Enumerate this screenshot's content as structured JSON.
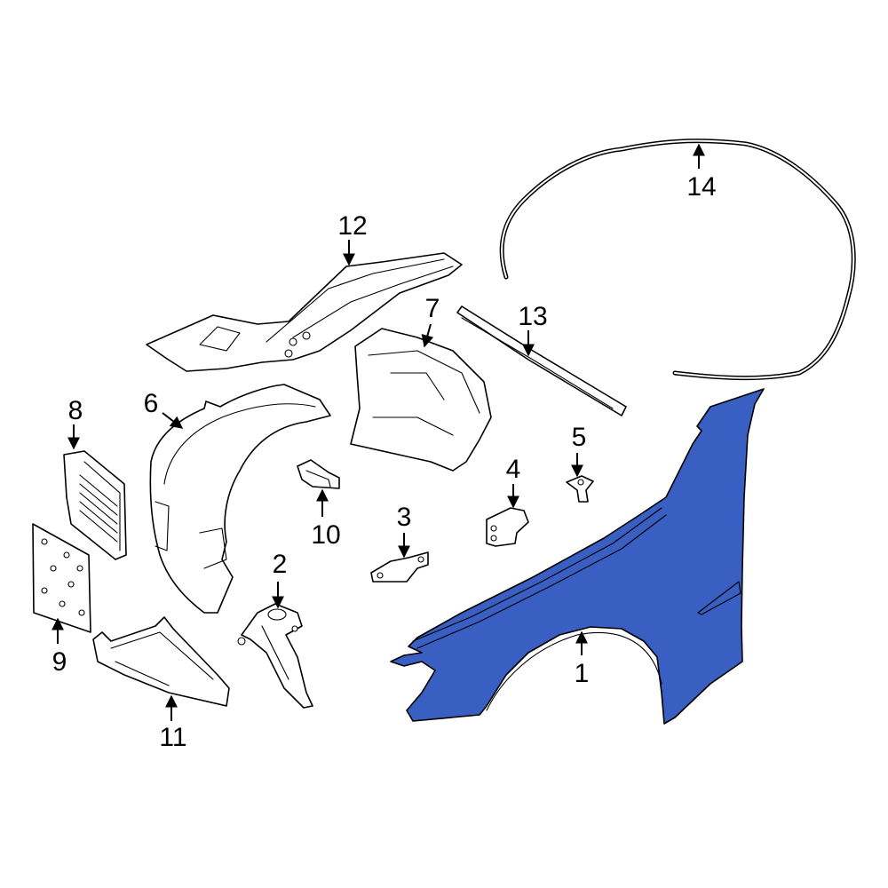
{
  "colors": {
    "highlight_part": "#3a5fc2",
    "outline": "#000000",
    "background": "#ffffff"
  },
  "callouts": [
    {
      "id": "1",
      "label": "1"
    },
    {
      "id": "2",
      "label": "2"
    },
    {
      "id": "3",
      "label": "3"
    },
    {
      "id": "4",
      "label": "4"
    },
    {
      "id": "5",
      "label": "5"
    },
    {
      "id": "6",
      "label": "6"
    },
    {
      "id": "7",
      "label": "7"
    },
    {
      "id": "8",
      "label": "8"
    },
    {
      "id": "9",
      "label": "9"
    },
    {
      "id": "10",
      "label": "10"
    },
    {
      "id": "11",
      "label": "11"
    },
    {
      "id": "12",
      "label": "12"
    },
    {
      "id": "13",
      "label": "13"
    },
    {
      "id": "14",
      "label": "14"
    }
  ]
}
